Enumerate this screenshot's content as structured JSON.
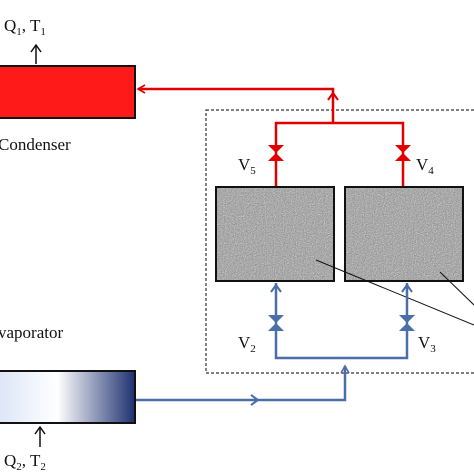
{
  "condenser": {
    "label": "Condenser",
    "output_symbol": "Q",
    "output_sub": "1",
    "sep": ", ",
    "temp_symbol": "T",
    "temp_sub": "1"
  },
  "evaporator": {
    "label": "vaporator",
    "input_symbol": "Q",
    "input_sub": "2",
    "sep": ", ",
    "temp_symbol": "T",
    "temp_sub": "2"
  },
  "valves": [
    {
      "symbol": "V",
      "sub": "5"
    },
    {
      "symbol": "V",
      "sub": "4"
    },
    {
      "symbol": "V",
      "sub": "2"
    },
    {
      "symbol": "V",
      "sub": "3"
    }
  ],
  "colors": {
    "hot_line": "#e00000",
    "cold_line": "#4a6fa8",
    "condenser_fill": "#ff1a1a",
    "evaporator_dark": "#1e3170",
    "evaporator_light": "#ffffff",
    "outline": "#111111"
  }
}
